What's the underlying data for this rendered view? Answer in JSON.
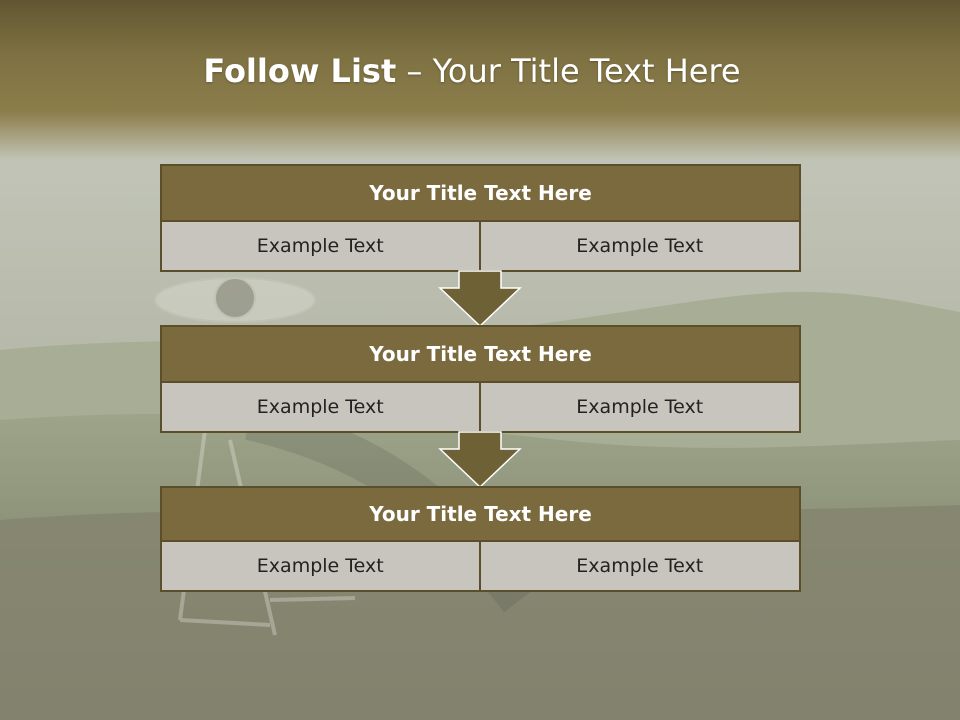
{
  "slide": {
    "title_bold": "Follow List",
    "title_rest": " – Your Title Text Here"
  },
  "blocks": [
    {
      "title": "Your Title Text Here",
      "cells": [
        "Example Text",
        "Example Text"
      ]
    },
    {
      "title": "Your Title Text Here",
      "cells": [
        "Example Text",
        "Example Text"
      ]
    },
    {
      "title": "Your Title Text Here",
      "cells": [
        "Example Text",
        "Example Text"
      ]
    }
  ],
  "colors": {
    "header": "#7e7142",
    "block_title_fill": "#7a6a3e",
    "block_border": "#5b4e2a",
    "cell_fill": "#c8c5be",
    "arrow_fill": "#6e6136"
  }
}
